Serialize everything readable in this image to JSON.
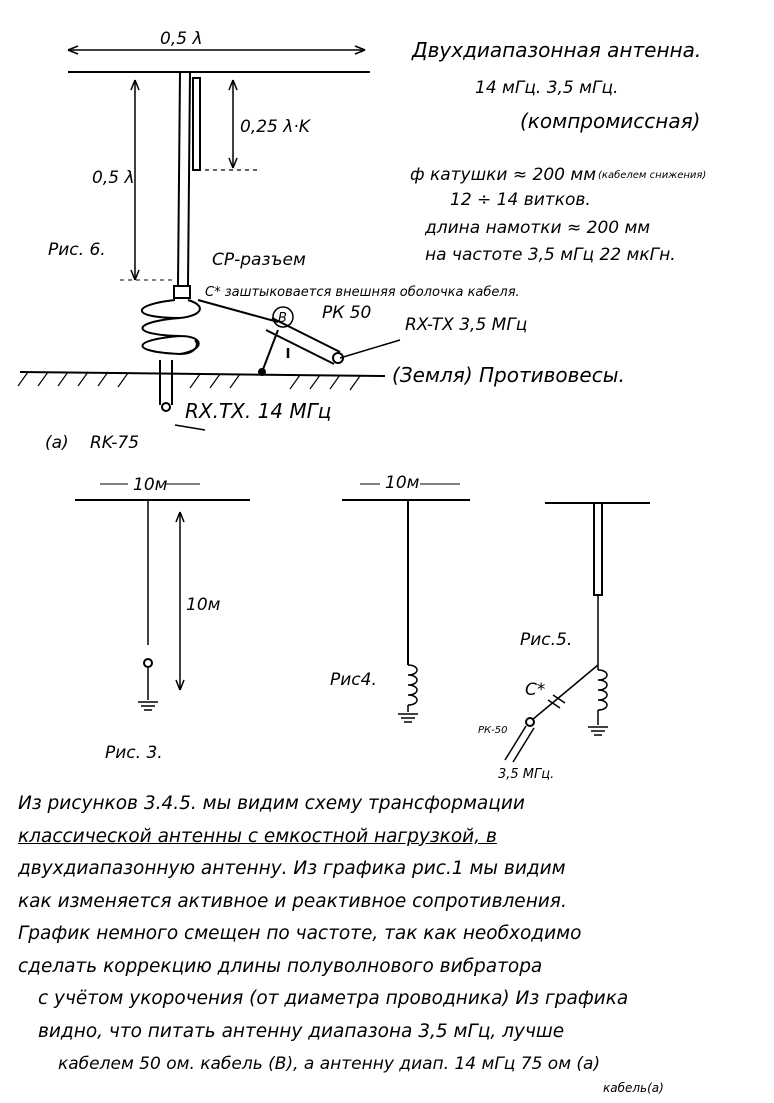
{
  "title": {
    "line1": "Двухдиапазонная антенна.",
    "line2": "14 мГц.   3,5 мГц.",
    "line3": "(компромиссная)"
  },
  "specs": {
    "coil_diameter": "ф катушки ≈ 200 мм",
    "cable_note": "(кабелем снижения)",
    "turns": "12 ÷ 14 витков.",
    "winding_length": "длина намотки ≈ 200 мм",
    "inductance": "на частоте 3,5 мГц  22 мкГн."
  },
  "fig6": {
    "top_dimension": "0,5 λ",
    "stub_dimension": "0,25 λ·K",
    "vertical_dimension": "0,5 λ",
    "caption": "Рис. 6.",
    "connector": "СР-разъем",
    "capacitor_note": "С* заштыковается внешняя оболочка кабеля.",
    "marker_b": "В",
    "cable_b": "РК 50",
    "rxtx_35": "RX-TX 3,5 МГц",
    "ground": "(Земля) Противовесы.",
    "rxtx_14": "RX.TX. 14 МГц",
    "marker_a": "(а)",
    "cable_a": "RK-75"
  },
  "fig3": {
    "top": "10м",
    "height": "10м",
    "caption": "Рис. 3."
  },
  "fig4": {
    "top": "10м",
    "caption": "Рис4."
  },
  "fig5": {
    "caption": "Рис.5.",
    "capacitor": "С*",
    "cable": "РК-50",
    "freq": "3,5 МГц."
  },
  "paragraph": [
    "Из рисунков 3.4.5. мы видим схему трансформации",
    "классической антенны с емкостной нагрузкой, в",
    "двухдиапазонную антенну.  Из графика рис.1 мы видим",
    "как изменяется активное и реактивное сопротивления.",
    "График немного смещен по частоте, так как необходимо",
    "сделать коррекцию длины  полуволнового вибратора",
    "с учётом укорочения (от диаметра проводника)  Из графика",
    "видно, что питать антенну диапазона 3,5 мГц, лучше",
    "кабелем 50 ом. кабель (В), а антенну диап. 14 мГц 75 ом (а)",
    "кабель(а)"
  ]
}
